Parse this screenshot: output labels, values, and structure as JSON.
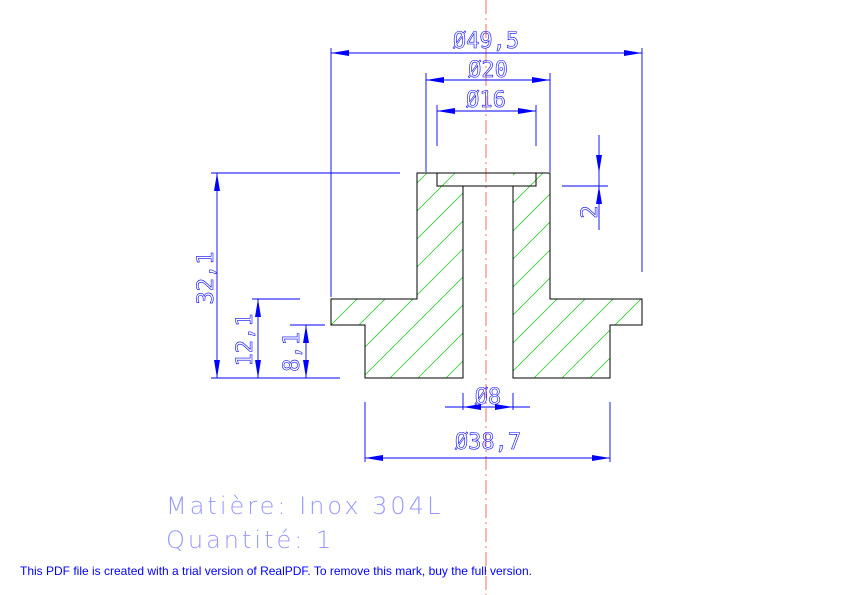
{
  "dimensions": {
    "outer_flange_diameter": "Ø49,5",
    "counterbore_outer": "Ø20",
    "counterbore_inner": "Ø16",
    "counterbore_depth": "2",
    "total_height": "32,1",
    "flange_height": "12,1",
    "flange_lower_height": "8,1",
    "bore_diameter": "Ø8",
    "base_diameter": "Ø38,7"
  },
  "notes": {
    "material": "Matière: Inox 304L",
    "quantity": "Quantité: 1"
  },
  "watermark": "This PDF file is created with a trial version of RealPDF. To remove this mark, buy the full version.",
  "colors": {
    "dimension": "#0000ff",
    "hatch": "#33cc33",
    "geometry": "#000000",
    "centerline": "#ff4444",
    "notes": "#9999ff"
  }
}
